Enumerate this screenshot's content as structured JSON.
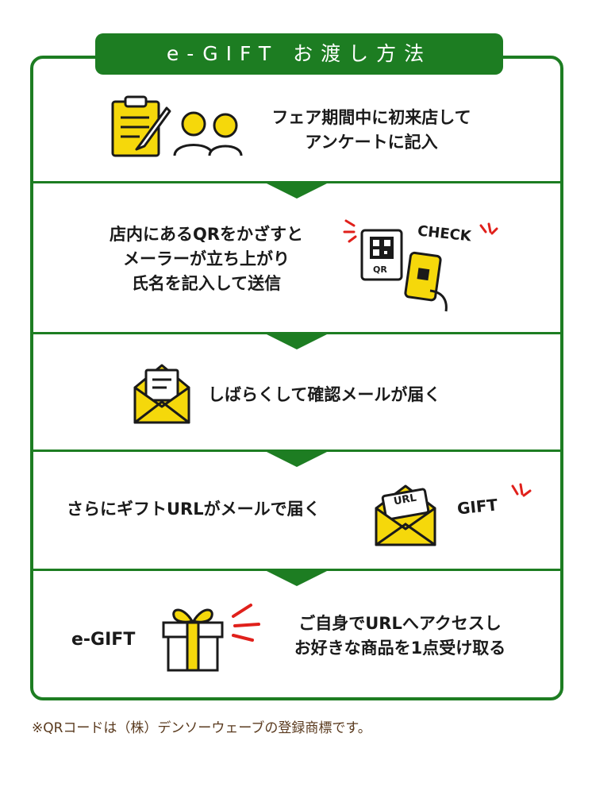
{
  "title": "e-GIFT お渡し方法",
  "steps": [
    {
      "line1": "フェア期間中に初来店して",
      "line2": "アンケートに記入"
    },
    {
      "line1": "店内にあるQRをかざすと",
      "line2": "メーラーが立ち上がり",
      "line3": "氏名を記入して送信",
      "qr_label": "QR",
      "check_label": "CHECK"
    },
    {
      "line1": "しばらくして確認メールが届く"
    },
    {
      "line1": "さらにギフトURLがメールで届く",
      "url_label": "URL",
      "gift_label": "GIFT"
    },
    {
      "label": "e-GIFT",
      "line1": "ご自身でURLへアクセスし",
      "line2": "お好きな商品を1点受け取る"
    }
  ],
  "footnote": "※QRコードは（株）デンソーウェーブの登録商標です。",
  "colors": {
    "green": "#1d7d22",
    "yellow": "#f5d80b",
    "red": "#e0201b",
    "ink": "#1a1a1a"
  }
}
